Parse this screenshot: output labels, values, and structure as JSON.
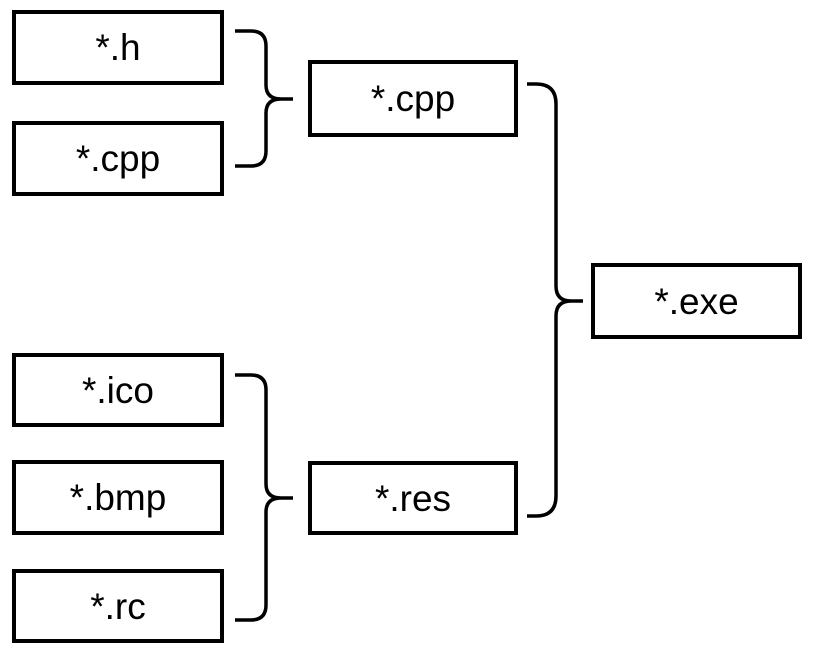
{
  "diagram": {
    "colors": {
      "background": "#ffffff",
      "line": "#000000",
      "text": "#000000"
    },
    "nodes": {
      "h": {
        "label": "*.h"
      },
      "cpp_source": {
        "label": "*.cpp"
      },
      "cpp_object": {
        "label": "*.cpp"
      },
      "ico": {
        "label": "*.ico"
      },
      "bmp": {
        "label": "*.bmp"
      },
      "rc": {
        "label": "*.rc"
      },
      "res": {
        "label": "*.res"
      },
      "exe": {
        "label": "*.exe"
      }
    },
    "groups": [
      {
        "inputs": [
          "*.h",
          "*.cpp"
        ],
        "output": "*.cpp"
      },
      {
        "inputs": [
          "*.ico",
          "*.bmp",
          "*.rc"
        ],
        "output": "*.res"
      },
      {
        "inputs": [
          "*.cpp",
          "*.res"
        ],
        "output": "*.exe"
      }
    ]
  }
}
